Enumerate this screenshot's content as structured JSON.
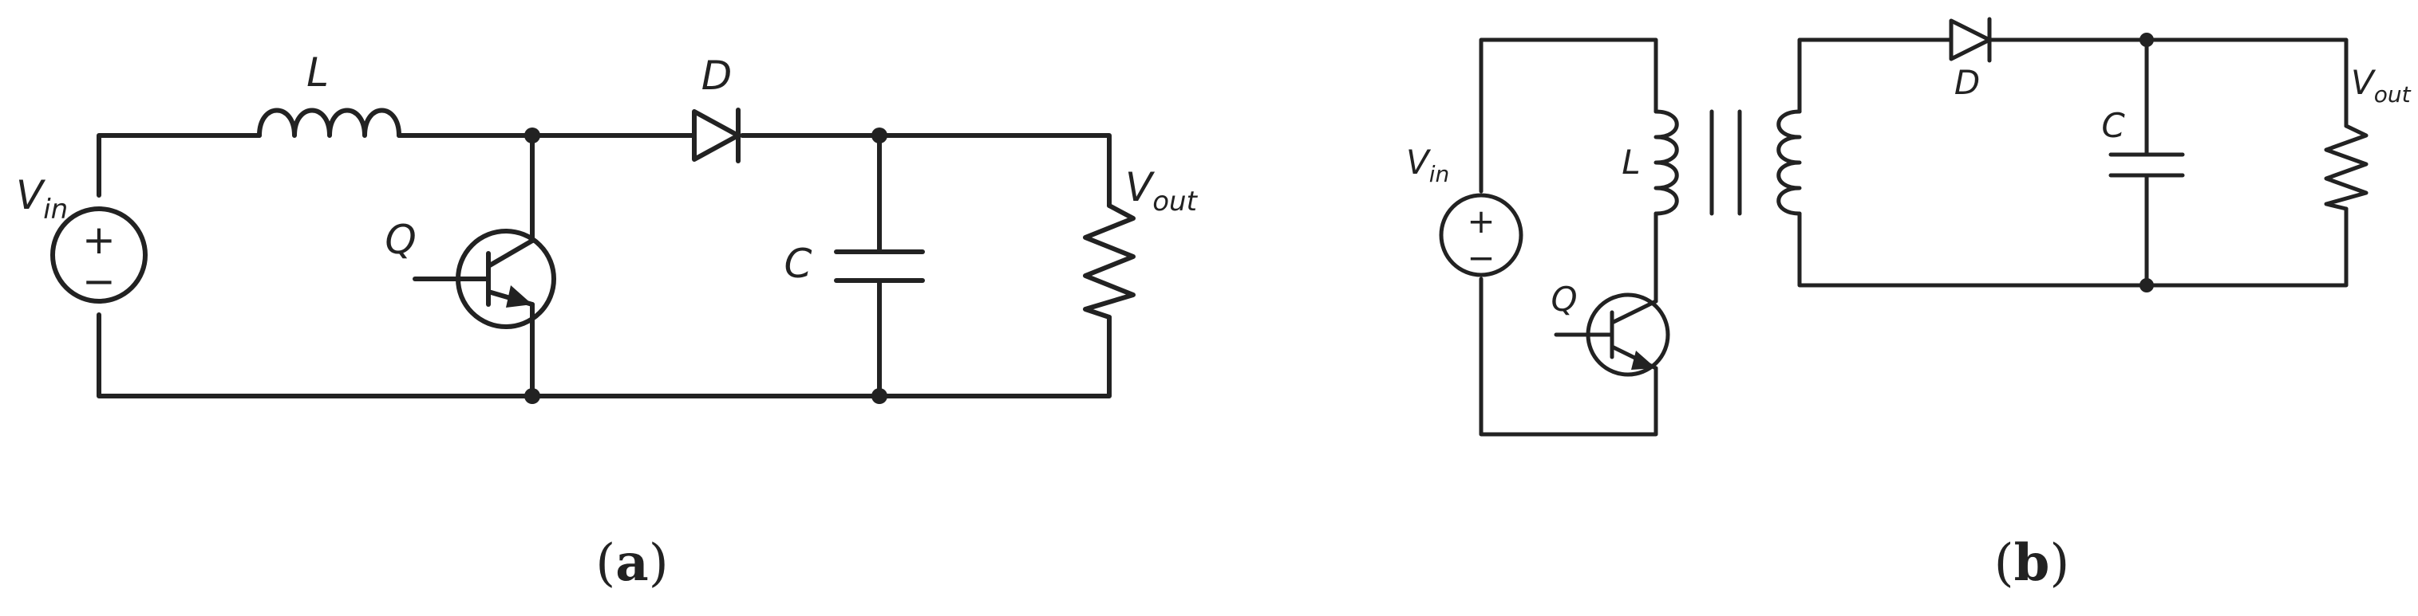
{
  "panel_a": {
    "caption": {
      "open": "(",
      "letter": "a",
      "close": ")"
    },
    "inductor_label": "L",
    "diode_label": "D",
    "transistor_label": "Q",
    "capacitor_label": "C",
    "source_label": {
      "main": "V",
      "sub": "in"
    },
    "output_label": {
      "main": "V",
      "sub": "out"
    },
    "source_plus": "+",
    "source_minus": "−"
  },
  "panel_b": {
    "caption": {
      "open": "(",
      "letter": "b",
      "close": ")"
    },
    "inductor_label": "L",
    "diode_label": "D",
    "transistor_label": "Q",
    "capacitor_label": "C",
    "source_label": {
      "main": "V",
      "sub": "in"
    },
    "output_label": {
      "main": "V",
      "sub": "out"
    },
    "source_plus": "+",
    "source_minus": "−"
  }
}
